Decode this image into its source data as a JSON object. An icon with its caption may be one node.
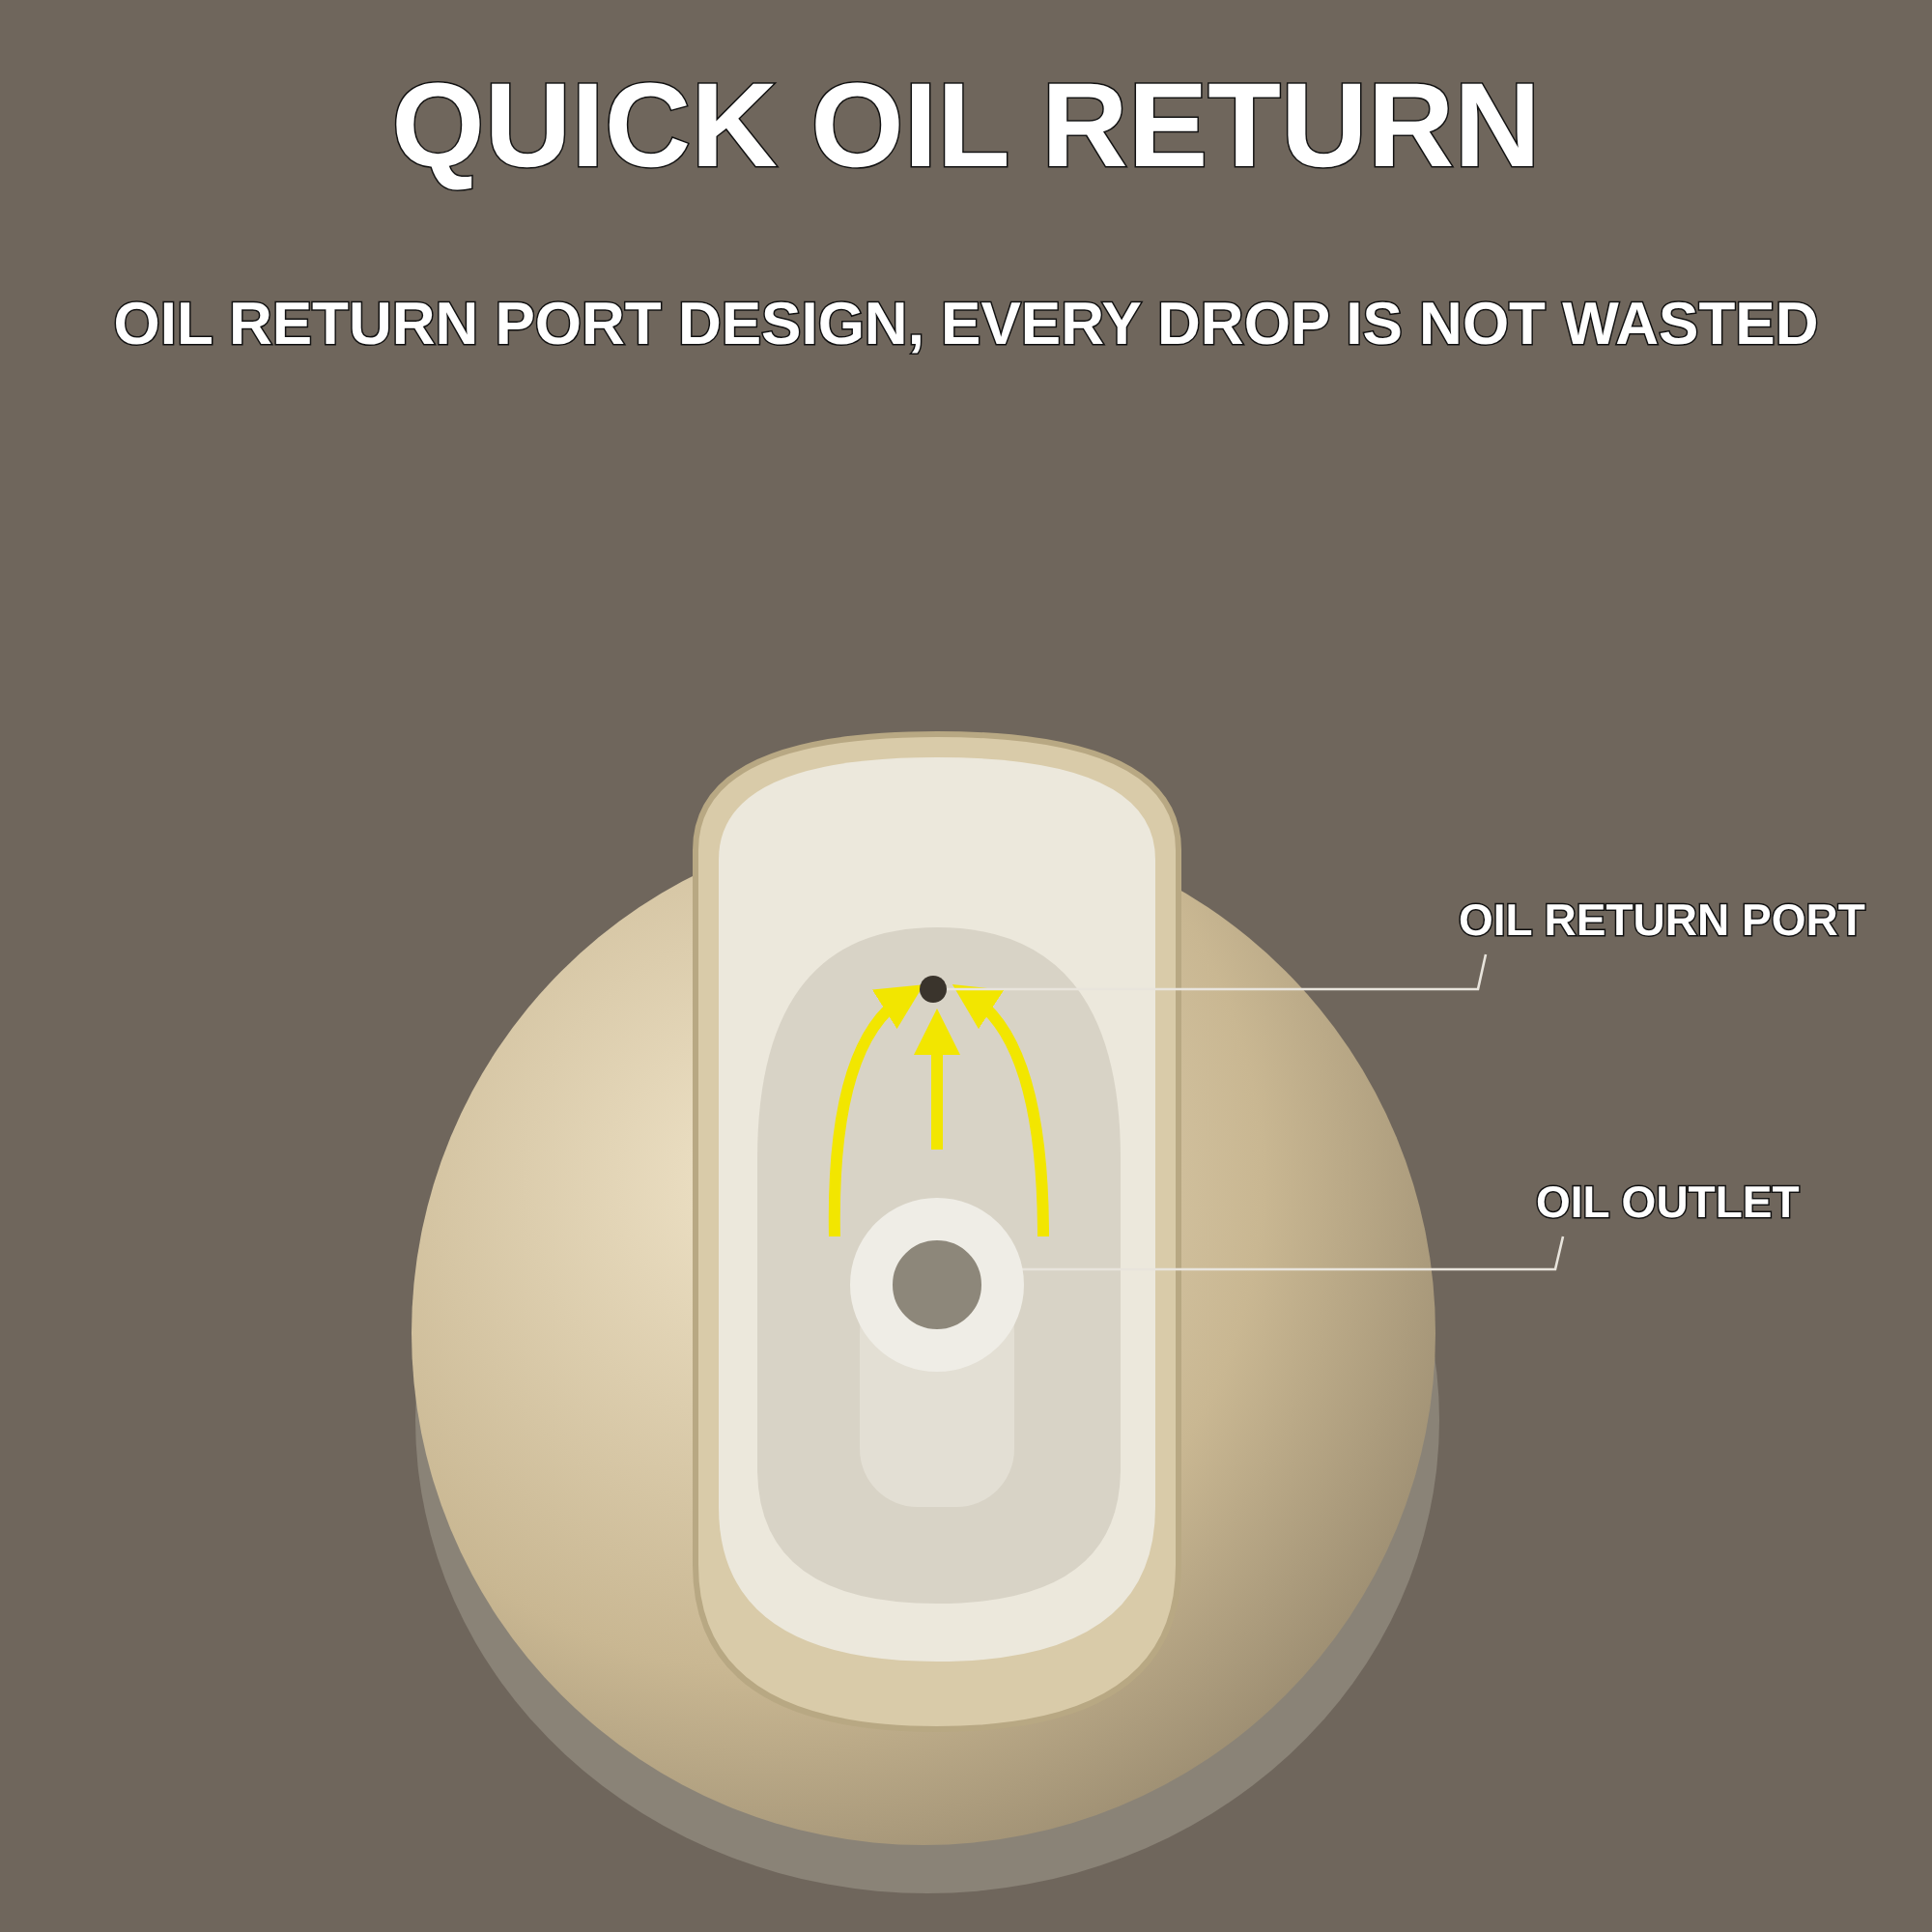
{
  "diagram": {
    "title": "QUICK OIL RETURN",
    "nodes": [
      {
        "text": [
          "OIL RETURN PORT"
        ]
      },
      {
        "text": [],
        "shape": "circle"
      },
      {
        "text": [
          "OIL OUTLET"
        ]
      },
      {
        "text": [],
        "shape": "circle"
      }
    ],
    "edges": [
      {
        "from": 0,
        "to": 1,
        "arrow": "none"
      },
      {
        "from": 2,
        "to": 3,
        "arrow": "none"
      }
    ],
    "labels": [
      "OIL RETURN PORT DESIGN, EVERY DROP IS NOT WASTED"
    ]
  }
}
